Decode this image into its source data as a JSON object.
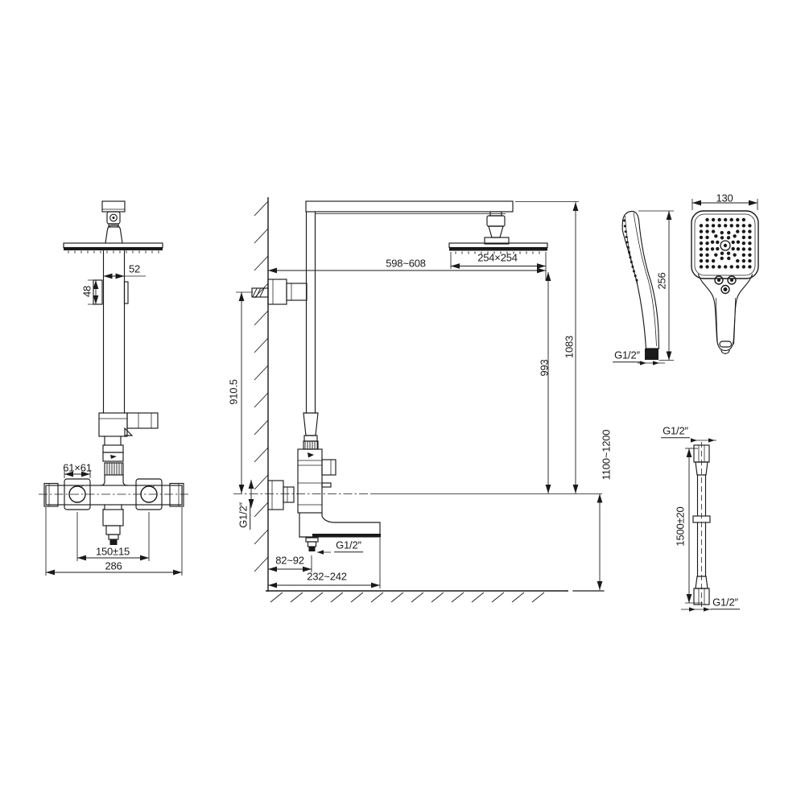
{
  "labels": {
    "d52": "52",
    "d48": "48",
    "d61": "61×61",
    "d150": "150±15",
    "d286": "286",
    "d598": "598~608",
    "d254": "254×254",
    "d993": "993",
    "d1083": "1083",
    "d1100": "1100~1200",
    "d910": "910.5",
    "g12_wall": "G1/2″",
    "g12_spout": "G1/2″",
    "d82": "82~92",
    "d232": "232~242",
    "d130": "130",
    "d256": "256",
    "g12_hand": "G1/2″",
    "g12_hose_top": "G1/2″",
    "d1500": "1500±20",
    "g12_hose_bottom": "G1/2″"
  },
  "colors": {
    "line": "#1a1a1a",
    "background": "#ffffff"
  }
}
